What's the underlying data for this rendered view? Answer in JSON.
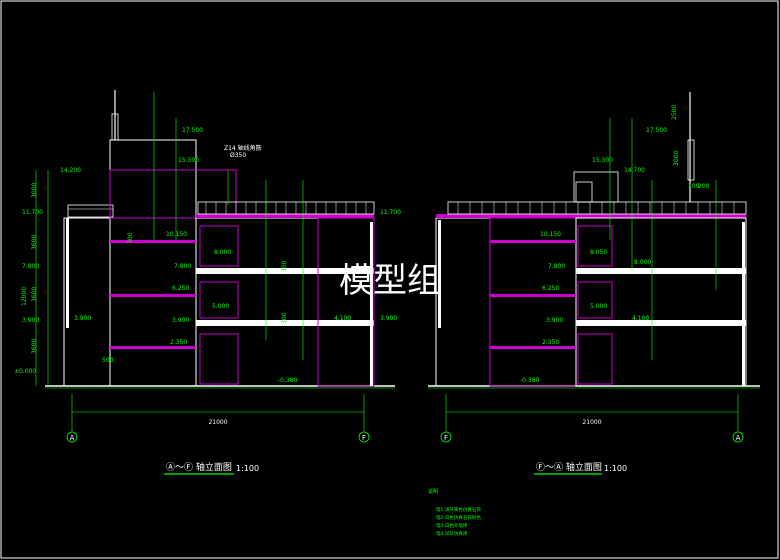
{
  "watermark": "模型组",
  "left_elevation": {
    "title": "Ⓐ～Ⓕ 轴立面图",
    "scale": "1:100",
    "axis_start": "A",
    "axis_end": "F",
    "overall_width": "21000",
    "elevations": [
      "17.500",
      "15.300",
      "14.200",
      "11.700",
      "10.150",
      "7.800",
      "8.000",
      "6.250",
      "3.900",
      "5.000",
      "4.100",
      "2.350",
      "±0.000",
      "-0.380",
      "11.700",
      "3.900"
    ],
    "dims": [
      "3000",
      "3600",
      "7.800",
      "3600",
      "12000",
      "3.900",
      "3600",
      "500",
      "300",
      "300",
      "300"
    ],
    "notes": [
      "Z14 轴线角筋",
      "Ø350"
    ]
  },
  "right_elevation": {
    "title": "Ⓕ～Ⓐ 轴立面图",
    "scale": "1:100",
    "axis_start": "F",
    "axis_end": "A",
    "overall_width": "21000",
    "elevations": [
      "17.500",
      "15.300",
      "14.700",
      "10.150",
      "8.050",
      "7.800",
      "8.000",
      "6.250",
      "5.000",
      "3.900",
      "4.100",
      "2.350",
      "-0.380"
    ],
    "dims": [
      "2500",
      "3000",
      "100",
      "200"
    ]
  },
  "legend": {
    "heading": "说明",
    "items": [
      "墙1:浅灰黄色仿真石饰",
      "墙2:白色仿真石饰粉色",
      "墙3:白色外墙砖",
      "墙4:深灰仿真砖"
    ]
  }
}
